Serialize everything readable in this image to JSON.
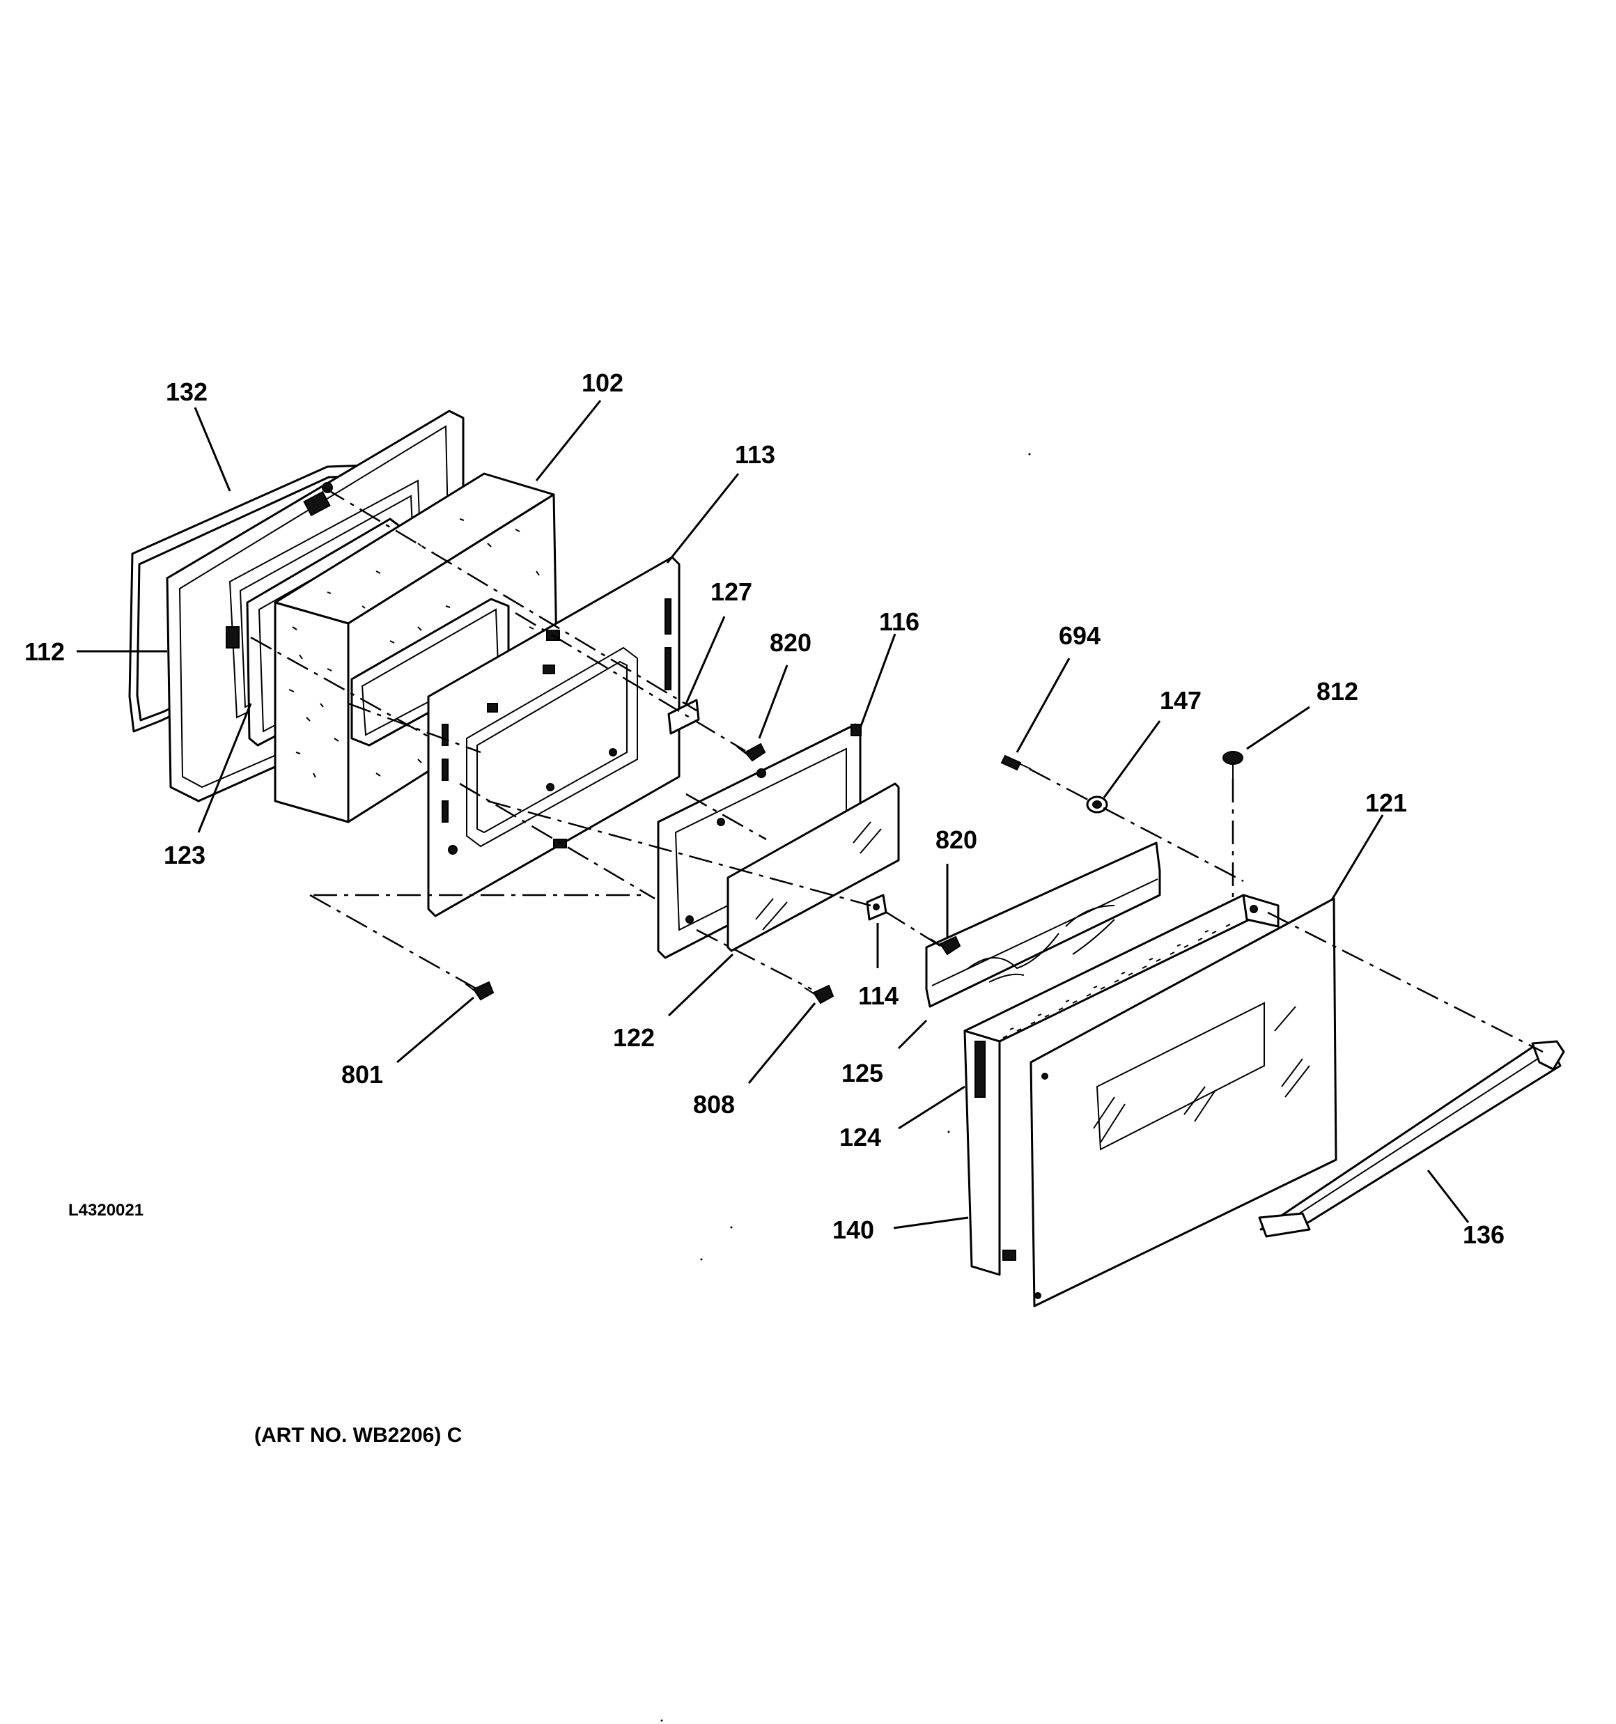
{
  "callouts": {
    "c102": "102",
    "c112": "112",
    "c113": "113",
    "c114": "114",
    "c116": "116",
    "c121": "121",
    "c122": "122",
    "c123": "123",
    "c124": "124",
    "c125": "125",
    "c127": "127",
    "c132": "132",
    "c136": "136",
    "c140": "140",
    "c147": "147",
    "c694": "694",
    "c801": "801",
    "c808": "808",
    "c812": "812",
    "c820a": "820",
    "c820b": "820"
  },
  "drawing_number": "L4320021",
  "art_number": "(ART NO. WB2206) C"
}
